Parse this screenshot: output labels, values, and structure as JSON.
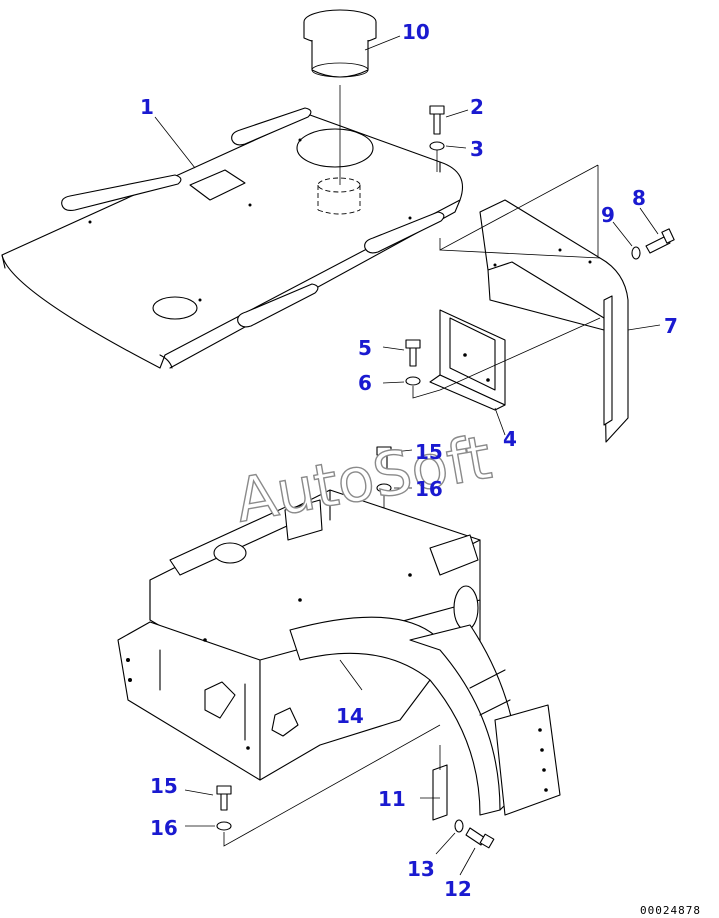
{
  "diagram": {
    "callouts": [
      {
        "id": "c1",
        "label": "1"
      },
      {
        "id": "c2",
        "label": "2"
      },
      {
        "id": "c3",
        "label": "3"
      },
      {
        "id": "c4",
        "label": "4"
      },
      {
        "id": "c5",
        "label": "5"
      },
      {
        "id": "c6",
        "label": "6"
      },
      {
        "id": "c7",
        "label": "7"
      },
      {
        "id": "c8",
        "label": "8"
      },
      {
        "id": "c9",
        "label": "9"
      },
      {
        "id": "c10",
        "label": "10"
      },
      {
        "id": "c11",
        "label": "11"
      },
      {
        "id": "c12",
        "label": "12"
      },
      {
        "id": "c13",
        "label": "13"
      },
      {
        "id": "c14",
        "label": "14"
      },
      {
        "id": "c15a",
        "label": "15"
      },
      {
        "id": "c16a",
        "label": "16"
      },
      {
        "id": "c15b",
        "label": "15"
      },
      {
        "id": "c16b",
        "label": "16"
      }
    ],
    "watermark": "AutoSoft",
    "document_number": "00024878"
  },
  "colors": {
    "callout": "#1a1ad0",
    "line": "#000000",
    "watermark_outline": "#8a8a8a"
  }
}
